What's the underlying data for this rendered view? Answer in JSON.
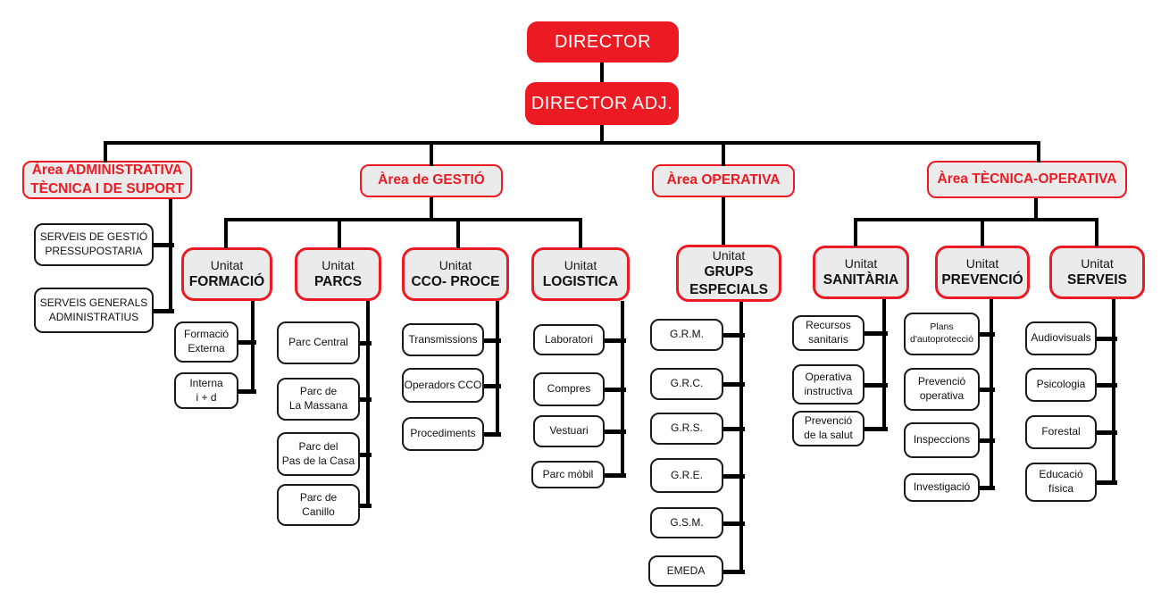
{
  "diagram_type": "organization-chart",
  "language": "Catalan",
  "colors": {
    "accent_red": "#EC1B23",
    "box_gray": "#EBEBEB",
    "line_black": "#000000",
    "leaf_border": "#1A1A1A",
    "background": "#FFFFFF"
  },
  "nodes": [
    {
      "id": "director",
      "type": "exec",
      "parent": null,
      "lines": [
        "DIRECTOR"
      ]
    },
    {
      "id": "director_adj",
      "type": "exec",
      "parent": "director",
      "lines": [
        "DIRECTOR ADJ."
      ]
    },
    {
      "id": "area_admin",
      "type": "area",
      "parent": "director_adj",
      "lines": [
        "Àrea ADMINISTRATIVA",
        "TÈCNICA I DE SUPORT"
      ]
    },
    {
      "id": "area_gestio",
      "type": "area",
      "parent": "director_adj",
      "lines": [
        "Àrea de GESTIÓ"
      ]
    },
    {
      "id": "area_operativa",
      "type": "area",
      "parent": "director_adj",
      "lines": [
        "Àrea OPERATIVA"
      ]
    },
    {
      "id": "area_tecnica",
      "type": "area",
      "parent": "director_adj",
      "lines": [
        "Àrea TÈCNICA-OPERATIVA"
      ]
    },
    {
      "id": "serveis_gestio",
      "type": "leaf",
      "parent": "area_admin",
      "lines": [
        "SERVEIS DE GESTIÓ",
        "PRESSUPOSTARIA"
      ]
    },
    {
      "id": "serveis_generals",
      "type": "leaf",
      "parent": "area_admin",
      "lines": [
        "SERVEIS GENERALS",
        "ADMINISTRATIUS"
      ]
    },
    {
      "id": "unit_formacio",
      "type": "unit",
      "parent": "area_gestio",
      "lines": [
        "Unitat",
        "FORMACIÓ"
      ]
    },
    {
      "id": "unit_parcs",
      "type": "unit",
      "parent": "area_gestio",
      "lines": [
        "Unitat",
        "PARCS"
      ]
    },
    {
      "id": "unit_cco",
      "type": "unit",
      "parent": "area_gestio",
      "lines": [
        "Unitat",
        "CCO- PROCE"
      ]
    },
    {
      "id": "unit_logistica",
      "type": "unit",
      "parent": "area_gestio",
      "lines": [
        "Unitat",
        "LOGISTICA"
      ]
    },
    {
      "id": "unit_grups",
      "type": "unit",
      "parent": "area_operativa",
      "lines": [
        "Unitat",
        "GRUPS",
        "ESPECIALS"
      ]
    },
    {
      "id": "unit_sanitaria",
      "type": "unit",
      "parent": "area_tecnica",
      "lines": [
        "Unitat",
        "SANITÀRIA"
      ]
    },
    {
      "id": "unit_prevencio",
      "type": "unit",
      "parent": "area_tecnica",
      "lines": [
        "Unitat",
        "PREVENCIÓ"
      ]
    },
    {
      "id": "unit_serveis",
      "type": "unit",
      "parent": "area_tecnica",
      "lines": [
        "Unitat",
        "SERVEIS"
      ]
    },
    {
      "id": "formacio_externa",
      "type": "leaf",
      "parent": "unit_formacio",
      "lines": [
        "Formació",
        "Externa"
      ]
    },
    {
      "id": "interna_id",
      "type": "leaf",
      "parent": "unit_formacio",
      "lines": [
        "Interna",
        "i + d"
      ]
    },
    {
      "id": "parc_central",
      "type": "leaf",
      "parent": "unit_parcs",
      "lines": [
        "Parc Central"
      ]
    },
    {
      "id": "parc_massana",
      "type": "leaf",
      "parent": "unit_parcs",
      "lines": [
        "Parc de",
        "La Massana"
      ]
    },
    {
      "id": "parc_pas",
      "type": "leaf",
      "parent": "unit_parcs",
      "lines": [
        "Parc del",
        "Pas de la Casa"
      ]
    },
    {
      "id": "parc_canillo",
      "type": "leaf",
      "parent": "unit_parcs",
      "lines": [
        "Parc de",
        "Canillo"
      ]
    },
    {
      "id": "transmissions",
      "type": "leaf",
      "parent": "unit_cco",
      "lines": [
        "Transmissions"
      ]
    },
    {
      "id": "operadors_cco",
      "type": "leaf",
      "parent": "unit_cco",
      "lines": [
        "Operadors CCO"
      ]
    },
    {
      "id": "procediments",
      "type": "leaf",
      "parent": "unit_cco",
      "lines": [
        "Procediments"
      ]
    },
    {
      "id": "laboratori",
      "type": "leaf",
      "parent": "unit_logistica",
      "lines": [
        "Laboratori"
      ]
    },
    {
      "id": "compres",
      "type": "leaf",
      "parent": "unit_logistica",
      "lines": [
        "Compres"
      ]
    },
    {
      "id": "vestuari",
      "type": "leaf",
      "parent": "unit_logistica",
      "lines": [
        "Vestuari"
      ]
    },
    {
      "id": "parc_mobil",
      "type": "leaf",
      "parent": "unit_logistica",
      "lines": [
        "Parc mòbil"
      ]
    },
    {
      "id": "grm",
      "type": "leaf",
      "parent": "unit_grups",
      "lines": [
        "G.R.M."
      ]
    },
    {
      "id": "grc",
      "type": "leaf",
      "parent": "unit_grups",
      "lines": [
        "G.R.C."
      ]
    },
    {
      "id": "grs",
      "type": "leaf",
      "parent": "unit_grups",
      "lines": [
        "G.R.S."
      ]
    },
    {
      "id": "gre",
      "type": "leaf",
      "parent": "unit_grups",
      "lines": [
        "G.R.E."
      ]
    },
    {
      "id": "gsm",
      "type": "leaf",
      "parent": "unit_grups",
      "lines": [
        "G.S.M."
      ]
    },
    {
      "id": "emeda",
      "type": "leaf",
      "parent": "unit_grups",
      "lines": [
        "EMEDA"
      ]
    },
    {
      "id": "recursos_sanitaris",
      "type": "leaf",
      "parent": "unit_sanitaria",
      "lines": [
        "Recursos",
        "sanitaris"
      ]
    },
    {
      "id": "operativa_instructiva",
      "type": "leaf",
      "parent": "unit_sanitaria",
      "lines": [
        "Operativa",
        "instructiva"
      ]
    },
    {
      "id": "prevencio_salut",
      "type": "leaf",
      "parent": "unit_sanitaria",
      "lines": [
        "Prevenció",
        "de la salut"
      ]
    },
    {
      "id": "plans_autoproteccio",
      "type": "leaf",
      "parent": "unit_prevencio",
      "lines": [
        "Plans",
        "d'autoprotecció"
      ]
    },
    {
      "id": "prevencio_operativa",
      "type": "leaf",
      "parent": "unit_prevencio",
      "lines": [
        "Prevenció",
        "operativa"
      ]
    },
    {
      "id": "inspeccions",
      "type": "leaf",
      "parent": "unit_prevencio",
      "lines": [
        "Inspeccions"
      ]
    },
    {
      "id": "investigacio",
      "type": "leaf",
      "parent": "unit_prevencio",
      "lines": [
        "Investigació"
      ]
    },
    {
      "id": "audiovisuals",
      "type": "leaf",
      "parent": "unit_serveis",
      "lines": [
        "Audiovisuals"
      ]
    },
    {
      "id": "psicologia",
      "type": "leaf",
      "parent": "unit_serveis",
      "lines": [
        "Psicologia"
      ]
    },
    {
      "id": "forestal",
      "type": "leaf",
      "parent": "unit_serveis",
      "lines": [
        "Forestal"
      ]
    },
    {
      "id": "educacio_fisica",
      "type": "leaf",
      "parent": "unit_serveis",
      "lines": [
        "Educació",
        "física"
      ]
    }
  ]
}
